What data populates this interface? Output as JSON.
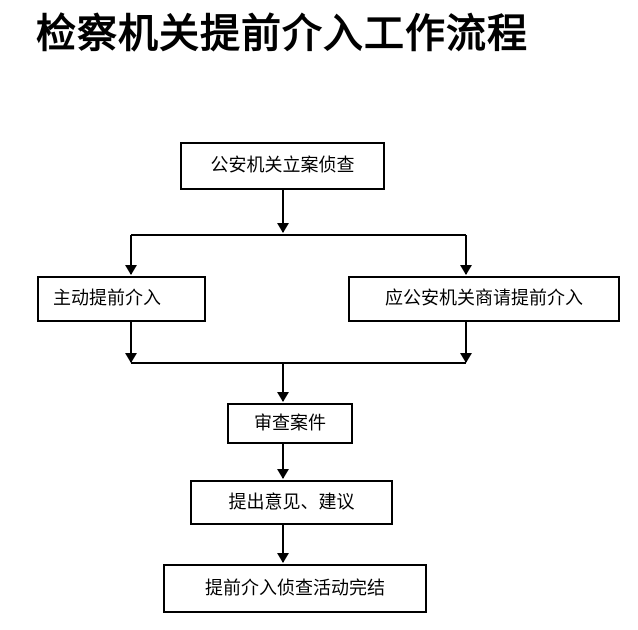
{
  "title": "检察机关提前介入工作流程",
  "nodes": {
    "start": "公安机关立案侦查",
    "active_intervention": "主动提前介入",
    "requested_intervention": "应公安机关商请提前介入",
    "review_case": "审查案件",
    "opinions": "提出意见、建议",
    "end": "提前介入侦查活动完结"
  }
}
